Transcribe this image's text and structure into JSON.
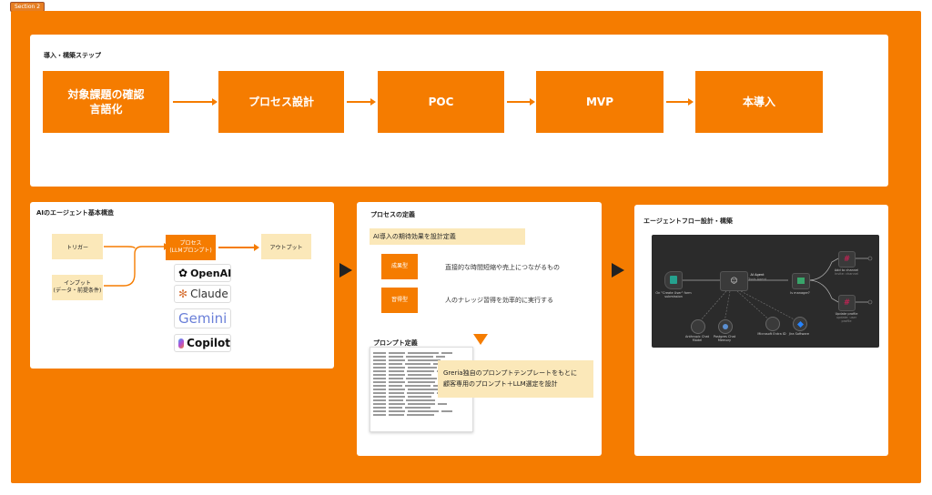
{
  "section_tag": "Section 2",
  "top": {
    "title": "導入・構築ステップ",
    "steps": [
      "対象課題の確認\n言語化",
      "プロセス設計",
      "POC",
      "MVP",
      "本導入"
    ]
  },
  "left": {
    "title": "AIのエージェント基本構造",
    "trigger": "トリガー",
    "input": "インプット\n(データ・前提条件)",
    "process": "プロセス\n(LLMプロンプト)",
    "output": "アウトプット",
    "logos": [
      "OpenAI",
      "Claude",
      "Gemini",
      "Copilot"
    ]
  },
  "middle": {
    "title": "プロセスの定義",
    "banner": "AI導入の期待効果を設計定義",
    "items": [
      {
        "tag": "成果型",
        "text": "直接的な時間短縮や売上につながるもの"
      },
      {
        "tag": "習得型",
        "text": "人のナレッジ習得を効率的に実行する"
      }
    ],
    "prompt_title": "プロンプト定義",
    "callout": "Greria独自のプロンプトテンプレートをもとに\n顧客専用のプロンプト＋LLM選定を設計"
  },
  "right": {
    "title": "エージェントフロー設計・構築",
    "nodes": {
      "trigger": "On \"Create User\" form submission",
      "agent": "AI Agent",
      "agent_sub": "Tools Agent",
      "is_manager": "Is manager?",
      "slack1": "Add to channel",
      "slack1_sub": "invite: channel",
      "slack2": "Update profile",
      "slack2_sub": "update: user profile",
      "sub1": "Anthropic Chat Model",
      "sub2": "Postgres Chat Memory",
      "sub3": "Microsoft Entra ID",
      "sub4": "Jira Software"
    }
  },
  "colors": {
    "orange": "#f57c00",
    "cream": "#fbe8b9",
    "dark": "#2b2b2b"
  }
}
